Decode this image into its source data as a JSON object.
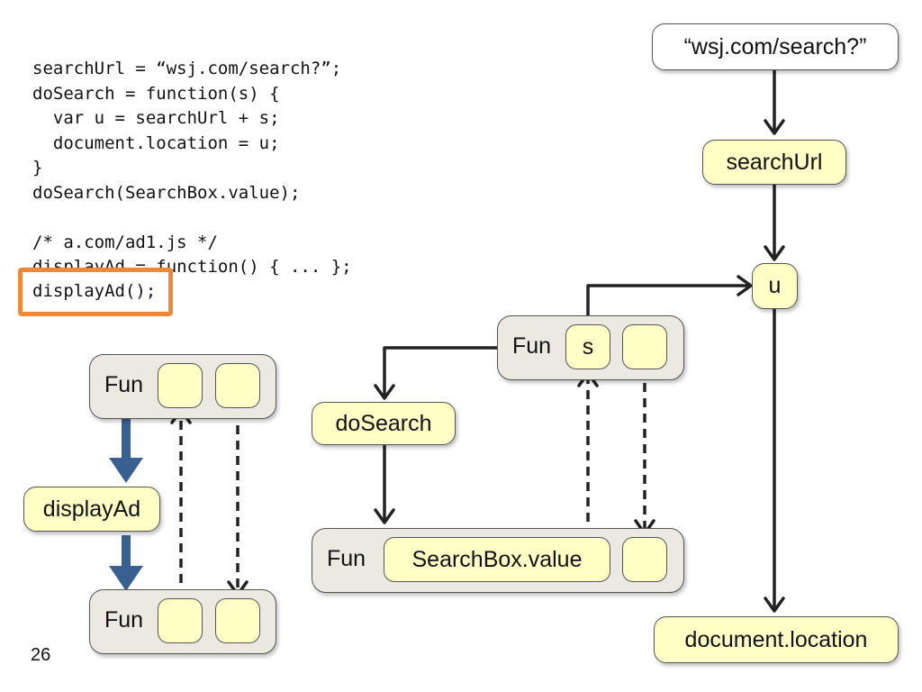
{
  "code": {
    "lines": [
      "searchUrl = “wsj.com/search?”;",
      "doSearch = function(s) {",
      "  var u = searchUrl + s;",
      "  document.location = u;",
      "}",
      "doSearch(SearchBox.value);",
      "",
      "/* a.com/ad1.js */",
      "displayAd = function() { ... };"
    ],
    "highlighted_line": "displayAd();"
  },
  "nodes": {
    "wsj_url": "“wsj.com/search?”",
    "search_url": "searchUrl",
    "u": "u",
    "do_search": "doSearch",
    "display_ad": "displayAd",
    "document_location": "document.location",
    "search_box_value": "SearchBox.value",
    "s": "s"
  },
  "fun_label": "Fun",
  "colors": {
    "highlight": "#f0883a",
    "node_fill": "#ffffc6",
    "fun_fill": "#ece9e2",
    "blue_arrow": "#3a5f91"
  },
  "page_number": "26"
}
